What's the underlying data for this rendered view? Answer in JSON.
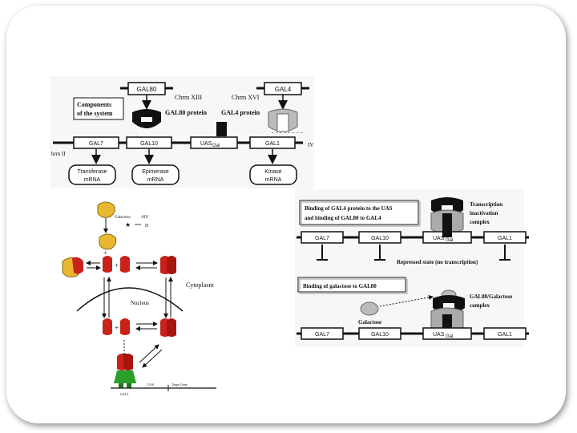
{
  "top_panel": {
    "gal80_gene": "GAL80",
    "gal4_gene": "GAL4",
    "chrom13": "Chrm XIII",
    "chrom16": "Chrm XVI",
    "components_l1": "Components",
    "components_l2": "of the system",
    "gal80_protein": "GAL80 protein",
    "gal4_protein": "GAL4 protein",
    "gal7": "GAL7",
    "gal10": "GAL10",
    "uas": "UAS",
    "uas_sub": "Gal",
    "gal1": "GAL1",
    "chrom2": "hrm II",
    "iv": "IV",
    "mrna1_l1": "Transferase",
    "mrna1_l2": "mRNA",
    "mrna2_l1": "Epimerase",
    "mrna2_l2": "mRNA",
    "mrna3_l1": "Kinase",
    "mrna3_l2": "mRNA"
  },
  "left_panel": {
    "galactose": "Galactose",
    "atp": "ATP",
    "adp": "D",
    "cytoplasm": "Cytoplasm",
    "nucleus": "Nucleus",
    "plus1": "+",
    "plus2": "+",
    "plus3": "+",
    "uas_small": "UAS",
    "target_gene": "Target Gene",
    "gal_small": "GAL4"
  },
  "right_panel": {
    "box1_l1": "Binding of GAL4 protein to the UAS",
    "box1_l2": "and binding of GAL80 to GAL4",
    "complex1_l1": "Transcription",
    "complex1_l2": "inactivation",
    "complex1_l3": "complex",
    "gal7": "GAL7",
    "gal10": "GAL10",
    "uas": "UAS",
    "uas_sub": "Gal",
    "gal1": "GAL1",
    "repressed": "Repressed state (no transcription)",
    "box2": "Binding of galactose to GAL80",
    "complex2_l1": "GAL80/Galactose",
    "complex2_l2": "complex",
    "galactose": "Galactose",
    "gal7b": "GAL7",
    "gal10b": "GAL10",
    "uasb": "UAS",
    "uasb_sub": "Gal",
    "gal1b": "GAL1"
  }
}
